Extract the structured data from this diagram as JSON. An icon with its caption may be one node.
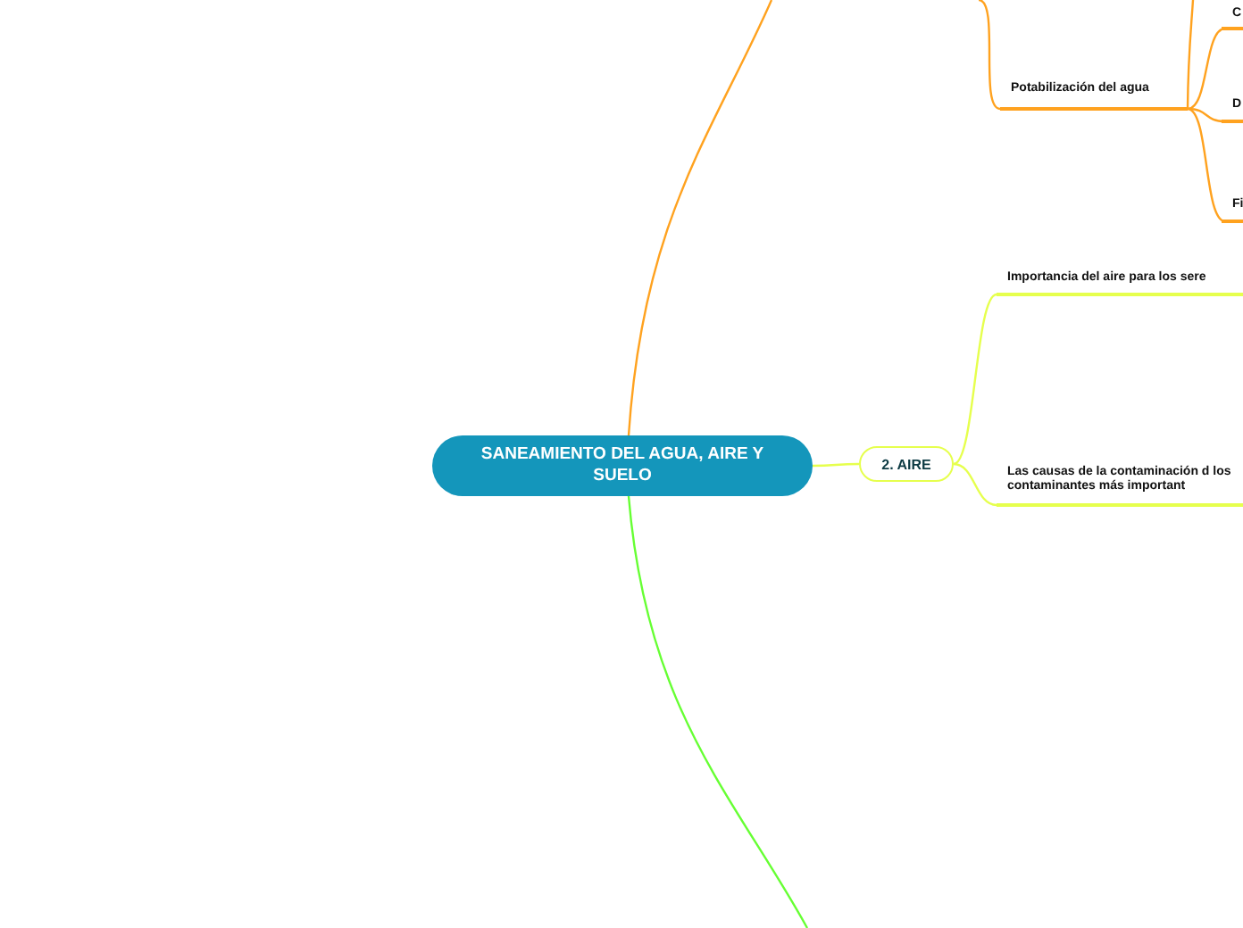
{
  "diagram": {
    "nodes": [
      {
        "text": [
          "SANEAMIENTO DEL AGUA, AIRE Y SUELO"
        ]
      },
      {
        "text": [
          "2. AIRE"
        ]
      },
      {
        "text": [
          "Potabilización del agua"
        ]
      },
      {
        "text": [
          "C"
        ]
      },
      {
        "text": [
          "D"
        ]
      },
      {
        "text": [
          "Fi"
        ]
      },
      {
        "text": [
          "Importancia del aire para los sere"
        ]
      },
      {
        "text": [
          "Las causas de la contaminación d los contaminantes más important"
        ]
      }
    ],
    "edges": [
      {
        "from": 0,
        "to": null,
        "arrow": "none"
      },
      {
        "from": 0,
        "to": 1,
        "arrow": "none",
        "color": "#e6ff4d"
      },
      {
        "from": 0,
        "to": null,
        "arrow": "none",
        "color": "#66ff33"
      },
      {
        "from": null,
        "to": 2,
        "arrow": "none"
      },
      {
        "from": 2,
        "to": null,
        "arrow": "none"
      },
      {
        "from": 2,
        "to": 3,
        "arrow": "none"
      },
      {
        "from": 2,
        "to": 4,
        "arrow": "none"
      },
      {
        "from": 2,
        "to": 5,
        "arrow": "none"
      },
      {
        "from": 1,
        "to": 6,
        "arrow": "none",
        "color": "#e6ff4d"
      },
      {
        "from": 1,
        "to": 7,
        "arrow": "none",
        "color": "#e6ff4d"
      }
    ]
  }
}
